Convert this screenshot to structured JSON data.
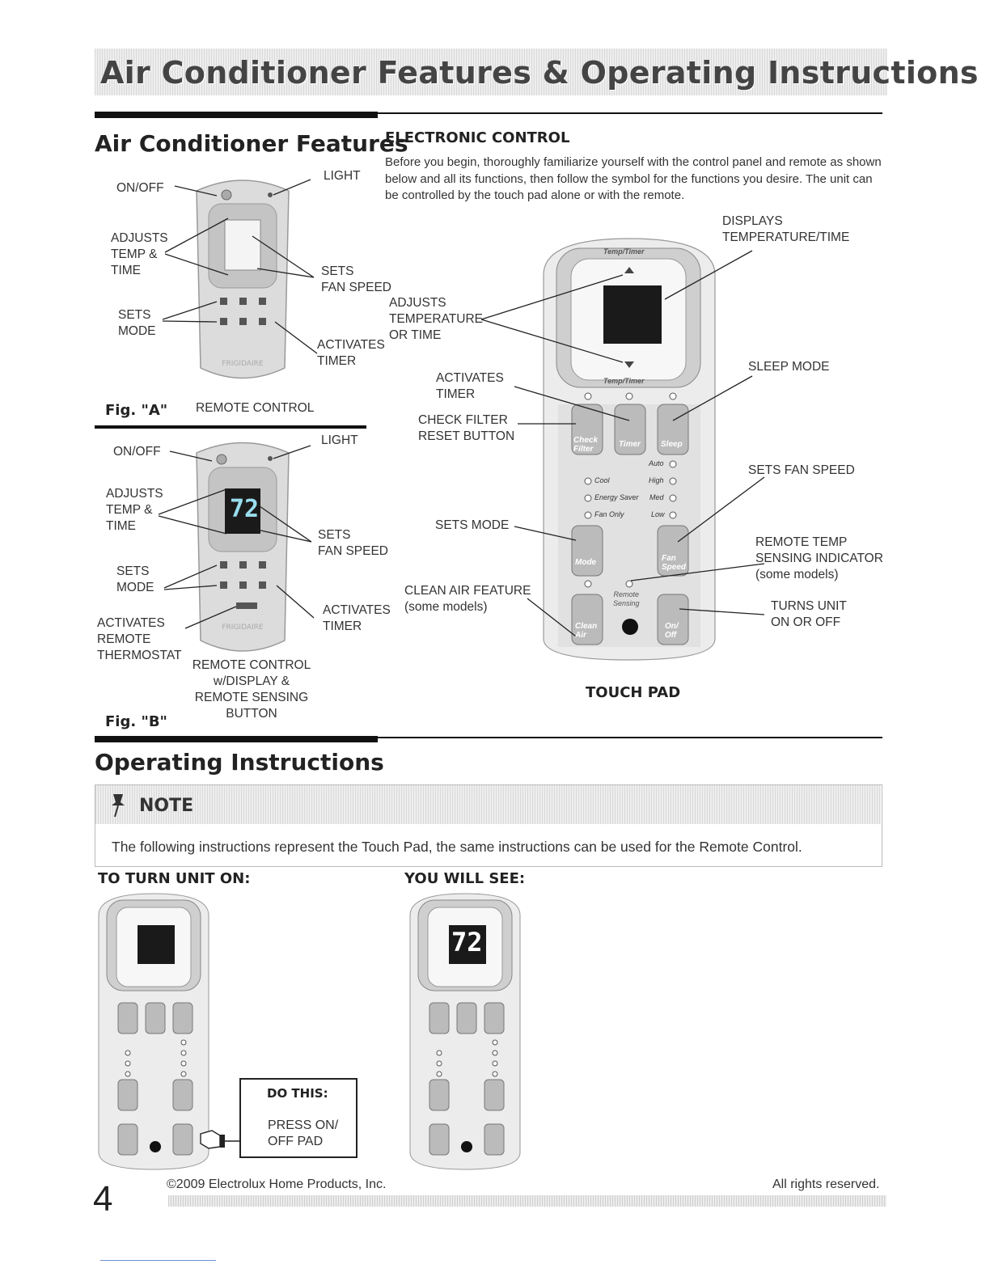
{
  "banner_title": "Air Conditioner Features & Operating Instructions",
  "features": {
    "heading": "Air Conditioner Features",
    "fig_a": {
      "fig_label": "Fig. \"A\"",
      "caption": "REMOTE CONTROL",
      "on_off": "ON/OFF",
      "light": "LIGHT",
      "adjusts": "ADJUSTS\nTEMP &\nTIME",
      "sets_fan": "SETS\nFAN SPEED",
      "sets_mode": "SETS\nMODE",
      "activates_timer": "ACTIVATES\nTIMER",
      "brand": "FRIGIDAIRE"
    },
    "fig_b": {
      "fig_label": "Fig. \"B\"",
      "caption": "REMOTE CONTROL\nw/DISPLAY &\nREMOTE SENSING\nBUTTON",
      "on_off": "ON/OFF",
      "light": "LIGHT",
      "adjusts": "ADJUSTS\nTEMP &\nTIME",
      "sets_fan": "SETS\nFAN SPEED",
      "sets_mode": "SETS\nMODE",
      "activates_timer": "ACTIVATES\nTIMER",
      "activates_remote": "ACTIVATES\nREMOTE\nTHERMOSTAT",
      "display_value": "72",
      "brand": "FRIGIDAIRE"
    }
  },
  "electronic_control": {
    "heading": "ELECTRONIC CONTROL",
    "intro": "Before you begin, thoroughly familiarize yourself with the control panel and remote as shown below and all its functions, then follow the symbol for the functions you desire. The unit can be controlled by the touch pad alone or with the remote.",
    "labels": {
      "displays": "DISPLAYS\nTEMPERATURE/TIME",
      "adjusts": "ADJUSTS\nTEMPERATURE\nOR TIME",
      "activates_timer": "ACTIVATES\nTIMER",
      "check_filter": "CHECK FILTER\nRESET BUTTON",
      "sleep_mode": "SLEEP MODE",
      "sets_fan_speed": "SETS FAN SPEED",
      "sets_mode": "SETS MODE",
      "remote_temp": "REMOTE TEMP\nSENSING INDICATOR\n(some models)",
      "clean_air": "CLEAN AIR FEATURE\n(some models)",
      "turns_unit": "TURNS UNIT\nON OR OFF"
    },
    "caption": "TOUCH PAD",
    "pad": {
      "band_label": "Temp/Timer",
      "btn_check": "Check\nFilter",
      "btn_timer": "Timer",
      "btn_sleep": "Sleep",
      "mode_cool": "Cool",
      "mode_energy": "Energy Saver",
      "mode_fan": "Fan Only",
      "fan_auto": "Auto",
      "fan_high": "High",
      "fan_med": "Med",
      "fan_low": "Low",
      "btn_mode": "Mode",
      "btn_fan": "Fan\nSpeed",
      "remote_sensing": "Remote\nSensing",
      "btn_clean": "Clean\nAir",
      "btn_onoff": "On/\nOff"
    }
  },
  "operating": {
    "heading": "Operating Instructions",
    "note_title": "NOTE",
    "note_text": "The following instructions represent the Touch Pad, the same instructions can be used for the Remote Control.",
    "turn_on_heading": "TO TURN UNIT ON:",
    "you_will_see_heading": "YOU WILL SEE:",
    "do_this_title": "DO THIS:",
    "do_this_text": "PRESS ON/\nOFF PAD",
    "display_value": "72"
  },
  "footer": {
    "page_number": "4",
    "copyright": "©2009 Electrolux Home Products, Inc.",
    "rights": "All rights reserved."
  },
  "colors": {
    "pad_body": "#e9e9e9",
    "pad_face": "#d3d3d3",
    "display": "#1a1a1a",
    "button": "#bdbdbd"
  }
}
